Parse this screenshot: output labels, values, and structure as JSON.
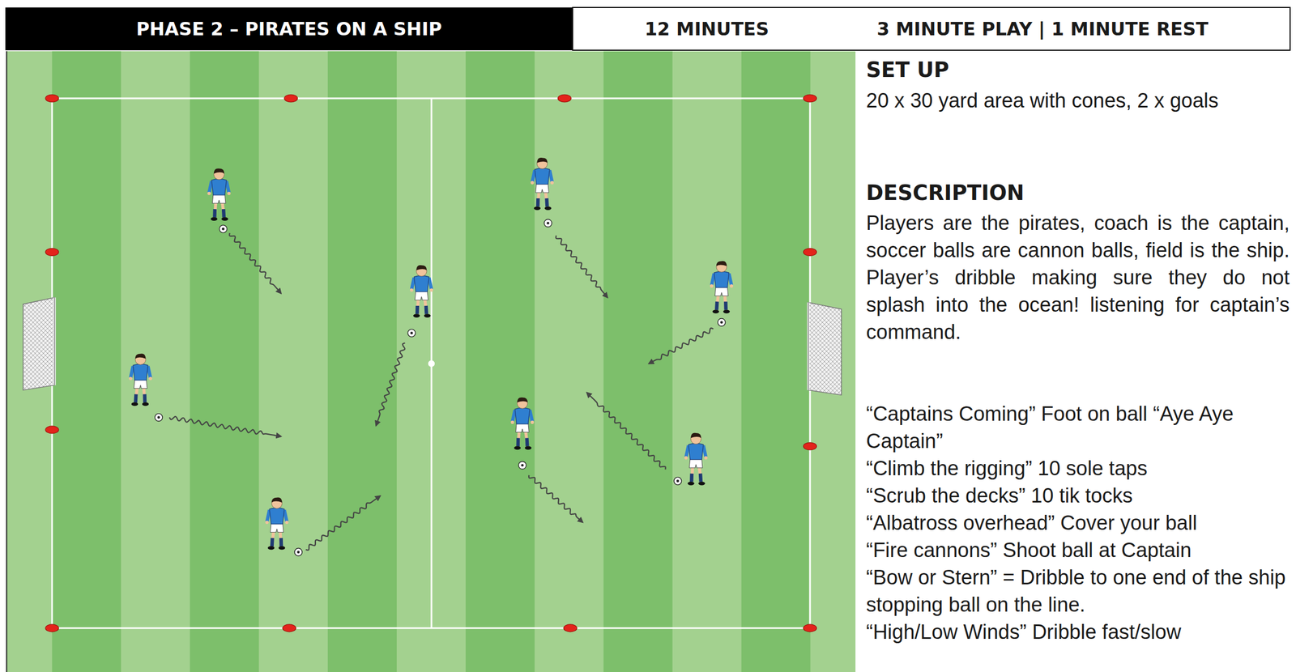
{
  "diagram": {
    "title": "PHASE 2 – PIRATES ON A SHIP",
    "labels": [
      "12 MINUTES",
      "3 MINUTE PLAY | 1 MINUTE REST",
      "SET UP",
      "20 x 30 yard area with cones, 2 x goals",
      "DESCRIPTION",
      "Players are the pirates, coach is the captain, soccer balls are cannon balls, field is the ship. Player’s dribble making sure they do not splash into the ocean! listening for captain’s command.",
      "“Captains Coming” Foot on ball “Aye Aye Captain”",
      "“Climb the rigging” 10 sole taps",
      "“Scrub the decks” 10 tik tocks",
      "“Albatross overhead” Cover your ball",
      "“Fire cannons” Shoot ball at Captain",
      "“Bow or Stern” = Dribble to one end of the ship stopping ball on the line.",
      "“High/Low Winds” Dribble fast/slow"
    ]
  }
}
